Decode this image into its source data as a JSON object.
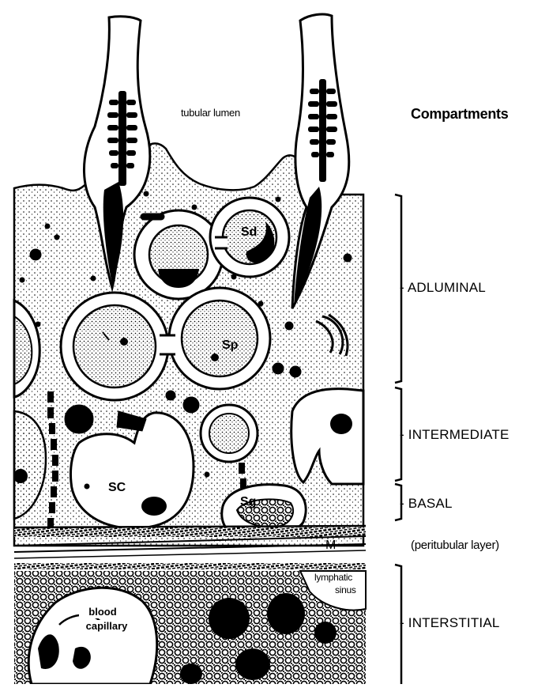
{
  "heading": "Compartments",
  "compartments": [
    {
      "key": "adluminal",
      "label": "- ADLUMINAL"
    },
    {
      "key": "intermediate",
      "label": "- INTERMEDIATE"
    },
    {
      "key": "basal",
      "label": "- BASAL"
    },
    {
      "key": "interstitial",
      "label": "- INTERSTITIAL"
    }
  ],
  "peritubular_label": "(peritubular  layer)",
  "labels": {
    "tubular_lumen": "tubular lumen",
    "sd": "Sd",
    "sp": "Sp",
    "sc": "SC",
    "sg": "Sg",
    "m": "M",
    "lymphatic_1": "lymphatic",
    "lymphatic_2": "sinus",
    "blood_1": "blood",
    "blood_2": "capillary"
  }
}
